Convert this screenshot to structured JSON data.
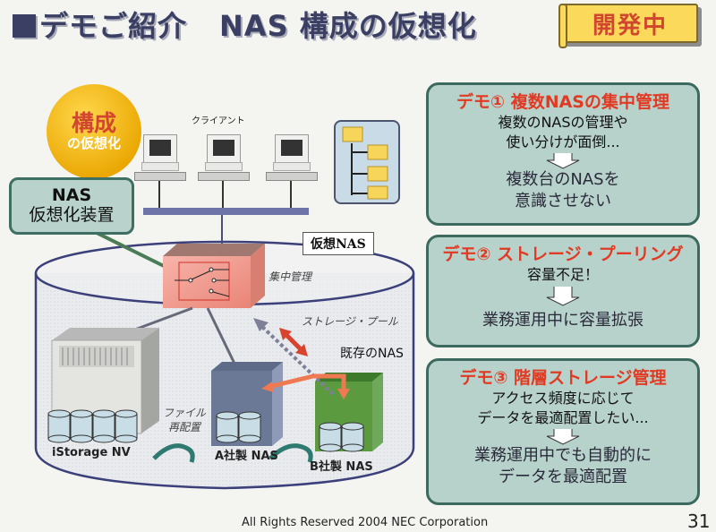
{
  "header": {
    "title_prefix": "デモご紹介",
    "title_main": "NAS 構成の仮想化",
    "status_banner": "開発中",
    "colors": {
      "title": "#3b3f63",
      "banner_bg": "#fbd95a",
      "banner_text": "#d1462e"
    }
  },
  "diagram": {
    "badge": {
      "line1": "構成",
      "line2": "の仮想化"
    },
    "virtualizer_box": {
      "line1": "NAS",
      "line2": "仮想化装置"
    },
    "client_label": "クライアント",
    "virtual_nas_label": "仮想NAS",
    "central_mgmt_label": "集中管理",
    "storage_pool_label": "ストレージ・プール",
    "existing_nas_label": "既存のNAS",
    "file_relocation_label": [
      "ファイル",
      "再配置"
    ],
    "devices": [
      {
        "label": "iStorage NV"
      },
      {
        "label": "A社製 NAS"
      },
      {
        "label": "B社製 NAS"
      }
    ]
  },
  "panels": [
    {
      "heading": "デモ① 複数NASの集中管理",
      "problem": [
        "複数のNASの管理や",
        "使い分けが面倒..."
      ],
      "solution": [
        "複数台のNASを",
        "意識させない"
      ]
    },
    {
      "heading": "デモ② ストレージ・プーリング",
      "problem": [
        "容量不足！"
      ],
      "solution": [
        "業務運用中に容量拡張"
      ]
    },
    {
      "heading": "デモ③ 階層ストレージ管理",
      "problem": [
        "アクセス頻度に応じて",
        "データを最適配置したい..."
      ],
      "solution": [
        "業務運用中でも自動的に",
        "データを最適配置"
      ]
    }
  ],
  "footer": {
    "copyright": "All Rights Reserved 2004 NEC Corporation",
    "page_number": "31"
  }
}
